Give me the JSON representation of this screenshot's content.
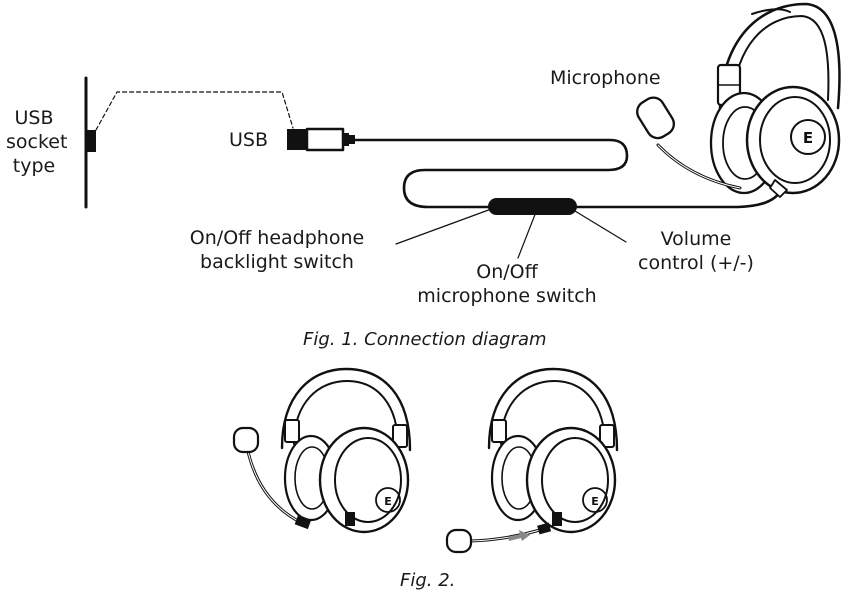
{
  "labels": {
    "usb_socket_line1": "USB",
    "usb_socket_line2": "socket",
    "usb_socket_line3": "type",
    "usb": "USB",
    "microphone": "Microphone",
    "backlight_switch_line1": "On/Off headphone",
    "backlight_switch_line2": "backlight switch",
    "mic_switch_line1": "On/Off",
    "mic_switch_line2": "microphone switch",
    "volume_line1": "Volume",
    "volume_line2": "control (+/-)"
  },
  "captions": {
    "fig1": "Fig. 1. Connection diagram",
    "fig2": "Fig. 2."
  }
}
